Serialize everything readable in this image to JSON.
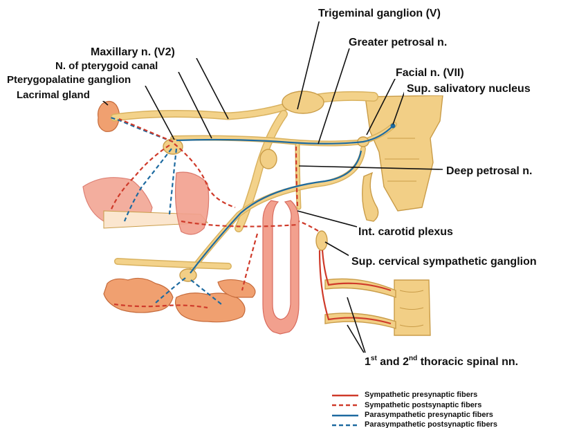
{
  "labels": {
    "trigeminal_ganglion": "Trigeminal ganglion (V)",
    "maxillary_n": "Maxillary n. (V2)",
    "nerve_pterygoid_canal": "N. of pterygoid canal",
    "pterygopalatine_ganglion": "Pterygopalatine ganglion",
    "lacrimal_gland": "Lacrimal gland",
    "greater_petrosal_n": "Greater petrosal n.",
    "facial_n": "Facial n. (VII)",
    "sup_salivatory_nucleus": "Sup. salivatory nucleus",
    "deep_petrosal_n": "Deep petrosal n.",
    "int_carotid_plexus": "Int. carotid plexus",
    "sup_cervical_ganglion": "Sup. cervical sympathetic ganglion",
    "thoracic_spinal_nn_pre": "1",
    "thoracic_spinal_nn_sup1": "st",
    "thoracic_spinal_nn_mid": " and 2",
    "thoracic_spinal_nn_sup2": "nd",
    "thoracic_spinal_nn_post": " thoracic spinal nn."
  },
  "legend": {
    "items": [
      {
        "label": "Sympathetic presynaptic fibers",
        "color": "#cf3a2a",
        "style": "solid"
      },
      {
        "label": "Sympathetic postsynaptic fibers",
        "color": "#cf3a2a",
        "style": "dashed"
      },
      {
        "label": "Parasympathetic presynaptic fibers",
        "color": "#1d6aa0",
        "style": "solid"
      },
      {
        "label": "Parasympathetic postsynaptic fibers",
        "color": "#1d6aa0",
        "style": "dashed"
      }
    ]
  },
  "colors": {
    "nerve": "#f2cf86",
    "sympathetic": "#cf3a2a",
    "parasympathetic": "#1d6aa0",
    "gland": "#f0a070",
    "artery": "#f2a08e"
  }
}
